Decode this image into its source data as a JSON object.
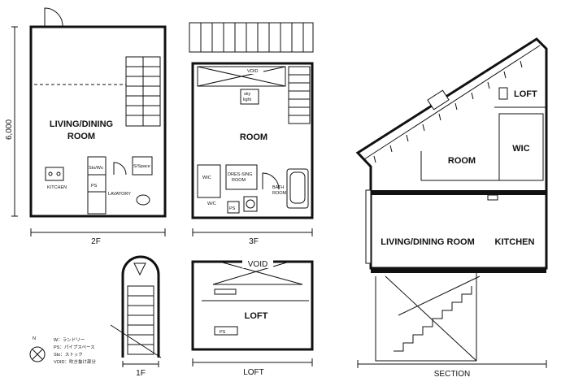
{
  "plans": {
    "f2": {
      "caption": "2F",
      "dimension": "6,000",
      "living": [
        "LIVING/DINING",
        "ROOM"
      ],
      "kitchen": "KITCHEN",
      "lavatory": "LAVATORY",
      "storage": "Sto/Ws",
      "ps": "PS",
      "closet": "S/Space"
    },
    "f3": {
      "caption": "3F",
      "void": "VOID",
      "skylight": [
        "sky",
        "light"
      ],
      "room": "ROOM",
      "wic": "WIC",
      "dressing": [
        "DRES-SING",
        "ROOM"
      ],
      "bath": [
        "BATH",
        "ROOM"
      ],
      "wc": "W/C",
      "ps": "PS"
    },
    "f1": {
      "caption": "1F"
    },
    "loft": {
      "caption": "LOFT",
      "void": "VOID",
      "loft": "LOFT",
      "ps": "PS"
    },
    "section": {
      "caption": "SECTION",
      "loft": "LOFT",
      "wic": "WIC",
      "room": "ROOM",
      "living": "LIVING/DINING ROOM",
      "kitchen": "KITCHEN"
    }
  },
  "legend": {
    "items": [
      "W：ランドリー",
      "PS：パイプスペース",
      "Sto：ストック",
      "VOID：吹き抜け部分"
    ]
  }
}
